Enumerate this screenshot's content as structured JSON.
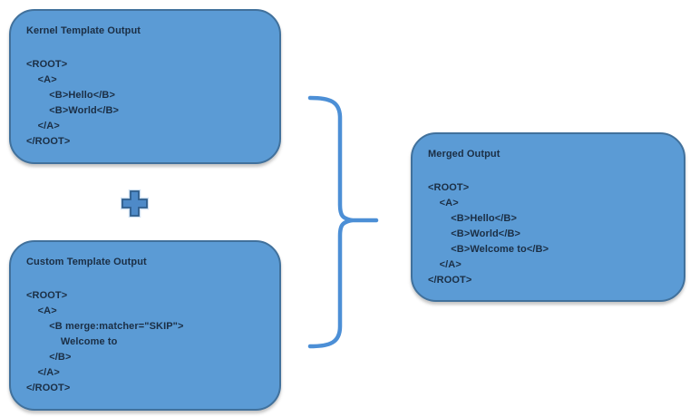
{
  "colors": {
    "box_fill": "#5B9BD5",
    "box_border": "#41719C",
    "text": "#1B2E44",
    "brace": "#4C8FD6",
    "plus_fill": "#4E8AC8",
    "plus_border": "#2F5D8C",
    "plus_halo": "#CFE0F1"
  },
  "boxes": {
    "kernel": {
      "title": "Kernel Template Output",
      "code": [
        "<ROOT>",
        "    <A>",
        "        <B>Hello</B>",
        "        <B>World</B>",
        "    </A>",
        "</ROOT>"
      ]
    },
    "custom": {
      "title": "Custom Template Output",
      "code": [
        "<ROOT>",
        "    <A>",
        "        <B merge:matcher=\"SKIP\">",
        "            Welcome to",
        "        </B>",
        "    </A>",
        "</ROOT>"
      ]
    },
    "merged": {
      "title": "Merged Output",
      "code": [
        "<ROOT>",
        "    <A>",
        "        <B>Hello</B>",
        "        <B>World</B>",
        "        <B>Welcome to</B>",
        "    </A>",
        "</ROOT>"
      ]
    }
  },
  "icons": {
    "plus": "plus-icon",
    "brace": "right-curly-brace-icon"
  }
}
